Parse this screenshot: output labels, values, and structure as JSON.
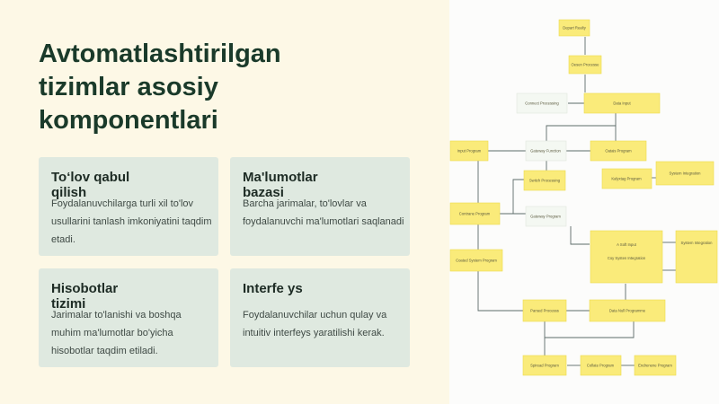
{
  "slide": {
    "title_line1": "Avtomatlashtirilgan",
    "title_line2": "tizimlar asosiy",
    "title_line3": "komponentlari"
  },
  "cards": [
    {
      "title": "To‘lov qabul qilish",
      "text": "Foydalanuvchilarga turli xil to'lov usullarini tanlash imkoniyatini taqdim etadi."
    },
    {
      "title": "Ma'lumotlar bazasi",
      "text": "Barcha jarimalar, to'lovlar va foydalanuvchi ma'lumotlari saqlanadi"
    },
    {
      "title": "Hisobotlar tizimi",
      "text": "Jarimalar to'lanishi va boshqa muhim ma'lumotlar bo'yicha hisobotlar taqdim etiladi."
    },
    {
      "title": "Interfe ys",
      "text": "Foydalanuvchilar uchun qulay va intuitiv interfeys yaratilishi kerak."
    }
  ],
  "colors": {
    "accent_yellow": "#faeb7a",
    "card_bg": "#dfe9e0",
    "title_color": "#1a3a2a"
  },
  "flowchart": {
    "nodes": [
      {
        "label": "Depart Realty"
      },
      {
        "label": "Oesen Processe"
      },
      {
        "label": "Connect Processing"
      },
      {
        "label": "Data Input"
      },
      {
        "label": "Input Program"
      },
      {
        "label": "Gateway Function"
      },
      {
        "label": "Oatais Program"
      },
      {
        "label": "Switch Processing"
      },
      {
        "label": "Kalyxtag Program"
      },
      {
        "label": "System Integration"
      },
      {
        "label": "Contrane Program"
      },
      {
        "label": "Gateway Program"
      },
      {
        "label": "A Soft Input"
      },
      {
        "label": "Coy Systen Integration"
      },
      {
        "label": "System Integration"
      },
      {
        "label": "Coated System Program"
      },
      {
        "label": "Parsed Processs"
      },
      {
        "label": "Data Null Programme"
      },
      {
        "label": "Spiread Program"
      },
      {
        "label": "Collate Program"
      },
      {
        "label": "Endrenene Program"
      }
    ]
  }
}
